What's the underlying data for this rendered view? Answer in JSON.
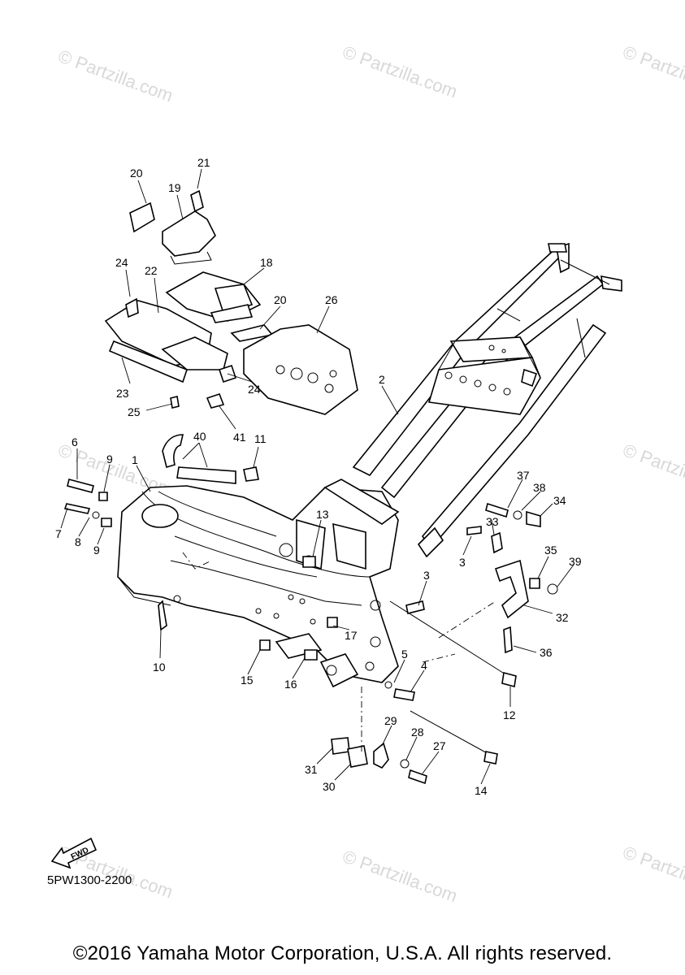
{
  "watermark": "© Partzilla.com",
  "diagram_code": "5PW1300-2200",
  "copyright": "©2016 Yamaha Motor Corporation, U.S.A. All rights reserved.",
  "fwd_label": "FWD",
  "callouts": [
    "1",
    "2",
    "3",
    "3",
    "3",
    "4",
    "5",
    "6",
    "7",
    "8",
    "9",
    "9",
    "10",
    "11",
    "12",
    "13",
    "14",
    "15",
    "16",
    "17",
    "18",
    "19",
    "20",
    "20",
    "21",
    "22",
    "23",
    "24",
    "24",
    "25",
    "26",
    "27",
    "28",
    "29",
    "30",
    "31",
    "32",
    "33",
    "34",
    "35",
    "36",
    "37",
    "38",
    "39",
    "40",
    "41"
  ]
}
